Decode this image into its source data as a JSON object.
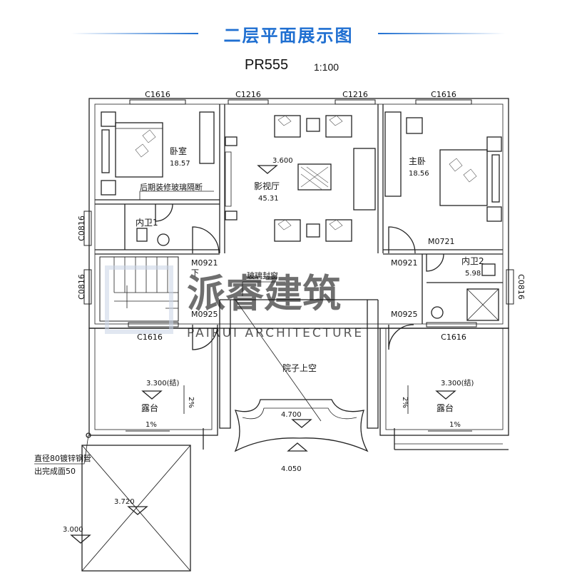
{
  "header": {
    "title": "二层平面展示图",
    "plan_code": "PR555",
    "scale": "1:100"
  },
  "windows": {
    "top": [
      "C1616",
      "C1216",
      "C1216",
      "C1616"
    ],
    "left": [
      "C0816",
      "C0816"
    ],
    "right": "C0816",
    "bottom": [
      "C1616",
      "C1616"
    ]
  },
  "rooms": {
    "bedroom": {
      "name": "卧室",
      "area": "18.57"
    },
    "master_bedroom": {
      "name": "主卧",
      "area": "18.56"
    },
    "theater": {
      "name": "影视厅",
      "area": "45.31",
      "level": "3.600"
    },
    "bath1": {
      "name": "内卫1"
    },
    "bath2": {
      "name": "内卫2",
      "area": "5.98"
    },
    "courtyard": {
      "name": "院子上空"
    },
    "terrace_left": {
      "name": "露台",
      "level": "3.300(结)",
      "slope_vertical": "2%",
      "slope_horizontal": "1%"
    },
    "terrace_right": {
      "name": "露台",
      "level": "3.300(结)",
      "slope_vertical": "2%",
      "slope_horizontal": "1%"
    }
  },
  "doors": {
    "m0921_left": "M0921",
    "m0921_right": "M0921",
    "m0925_left": "M0925",
    "m0925_right": "M0925",
    "m0721": "M0721"
  },
  "notes": {
    "glass_partition": "后期装修玻璃隔断",
    "glass_seal": "玻璃封窗",
    "stair_down": "下",
    "pipe_line1": "直径80镀锌钢管",
    "pipe_line2": "出完成面50"
  },
  "levels": {
    "canopy_top": "4.700",
    "canopy_bottom": "4.050",
    "roof_peak": "3.720",
    "roof_edge": "3.000"
  },
  "watermark": {
    "cn": "派睿建筑",
    "en": "PAIRUI ARCHITECTURE"
  },
  "colors": {
    "accent": "#1f6fd1",
    "line": "#222222",
    "watermark": "#c8d3e6"
  }
}
